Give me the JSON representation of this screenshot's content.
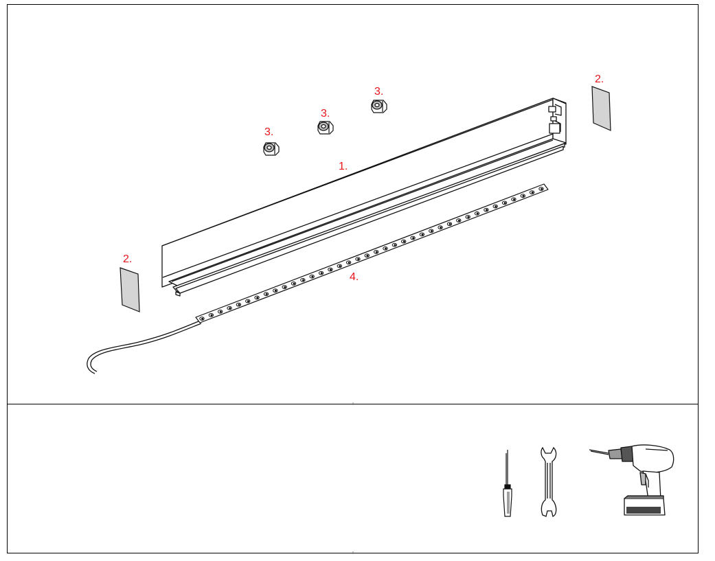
{
  "callouts": {
    "aluminum_profile": "1.",
    "end_cap_left": "2.",
    "end_cap_right": "2.",
    "mounting_clip_a": "3.",
    "mounting_clip_b": "3.",
    "mounting_clip_c": "3.",
    "led_strip": "4."
  },
  "colors": {
    "callout": "#e8141c",
    "line": "#111111",
    "end_cap_fill": "#d4d4d4",
    "border": "#000000"
  },
  "tools": [
    {
      "name": "screwdriver",
      "icon": "screwdriver-icon"
    },
    {
      "name": "wrench",
      "icon": "wrench-icon"
    },
    {
      "name": "cordless drill",
      "icon": "drill-icon"
    }
  ]
}
